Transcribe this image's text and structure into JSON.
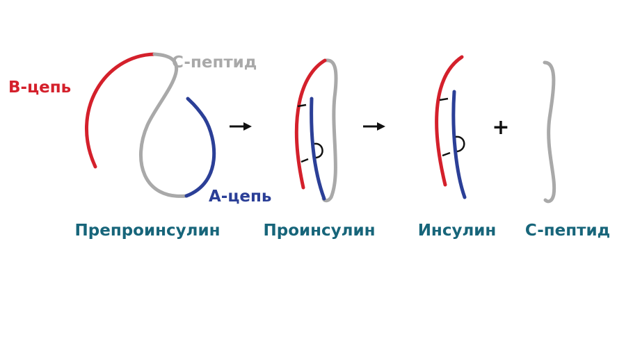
{
  "labels": {
    "b_chain": "B-цепь",
    "c_peptide_top": "C-пептид",
    "a_chain": "A-цепь"
  },
  "stages": {
    "preproinsulin": "Препроинсулин",
    "proinsulin": "Проинсулин",
    "insulin": "Инсулин",
    "c_peptide": "C-пептид"
  },
  "symbols": {
    "plus": "+"
  },
  "colors": {
    "b_chain": "#d4202b",
    "a_chain": "#2b3f97",
    "c_peptide": "#a9a9a9",
    "stage_label": "#17657a",
    "arrow": "#111111"
  }
}
